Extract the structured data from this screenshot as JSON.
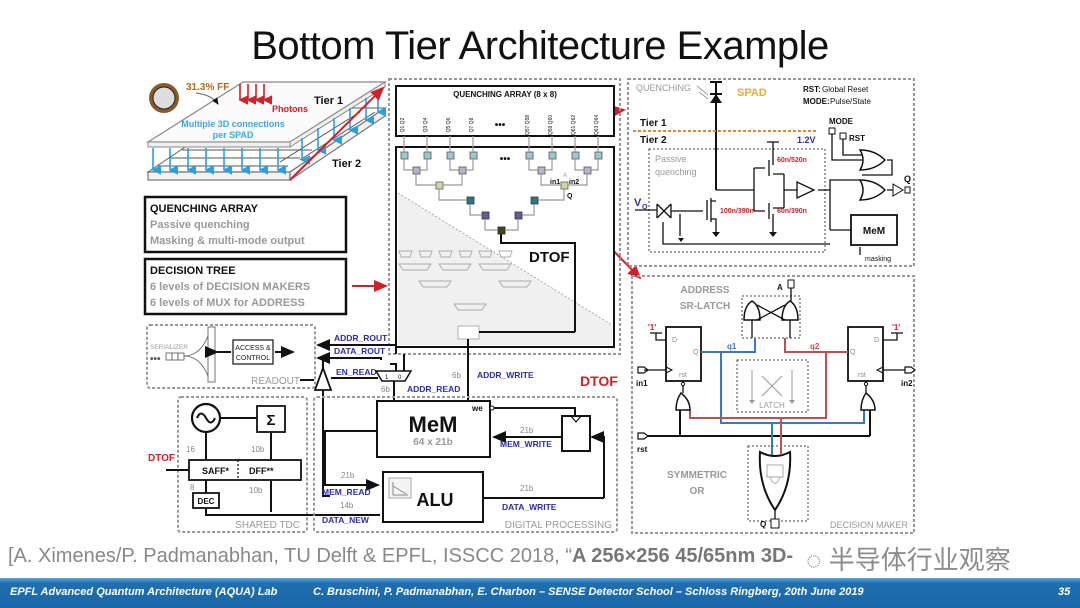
{
  "slide": {
    "title": "Bottom Tier Architecture Example",
    "citation_prefix": "[A. Ximenes/P. Padmanabhan, TU Delft & EPFL, ISSCC 2018, “",
    "citation_bold": "A 256×256 45/65nm 3D-",
    "watermark": "半导体行业观察",
    "footer": {
      "lab": "EPFL Advanced Quantum Architecture (AQUA) Lab",
      "authors_event": "C. Bruschini, P. Padmanabhan, E. Charbon – SENSE Detector School – Schloss Ringberg, 20th June 2019",
      "page_number": "35"
    }
  },
  "tiers_figure": {
    "fill_factor": "31.3% FF",
    "photons": "Photons",
    "tier1": "Tier 1",
    "tier2": "Tier 2",
    "connections_line1": "Multiple 3D connections",
    "connections_line2": "per SPAD"
  },
  "info_boxes": [
    {
      "heading": "QUENCHING ARRAY",
      "lines": [
        "Passive quenching",
        "Masking & multi-mode output"
      ]
    },
    {
      "heading": "DECISION TREE",
      "lines": [
        "6 levels of DECISION MAKERS",
        "6 levels of MUX for ADDRESS"
      ]
    }
  ],
  "quenching_array": {
    "title": "QUENCHING ARRAY (8 x 8)",
    "column_labels": [
      "Q1 Q2",
      "Q3 Q4",
      "Q5 Q6",
      "Q7 Q8",
      "Q57 Q58",
      "Q59 Q60",
      "Q61 Q62",
      "Q63 Q64"
    ],
    "ellipsis": "•••",
    "node_in1": "in1",
    "node_in2": "in2",
    "node_a": "A",
    "node_q": "Q",
    "dtof": "DTOF"
  },
  "readout": {
    "serializer": "SERIALIZER",
    "access_line1": "ACCESS &",
    "access_line2": "CONTROL",
    "label": "READOUT",
    "addr_rout": "ADDR_ROUT",
    "data_rout": "DATA_ROUT",
    "en_read": "EN_READ",
    "mux_1": "1",
    "mux_0": "0",
    "addr_read": "ADDR_READ",
    "addr_read_width": "6b",
    "addr_write": "ADDR_WRITE",
    "addr_write_width": "6b",
    "dtof": "DTOF"
  },
  "shared_tdc": {
    "sigma": "Σ",
    "saff": "SAFF*",
    "dff": "DFF**",
    "dec": "DEC",
    "w16": "16",
    "w10a": "10b",
    "w8": "8",
    "w10b": "10b",
    "dtof_input": "DTOF",
    "label": "SHARED TDC"
  },
  "digital_processing": {
    "mem_title": "MeM",
    "mem_size": "64 x 21b",
    "we": "we",
    "alu": "ALU",
    "mem_write": "MEM_WRITE",
    "mem_write_width": "21b",
    "mem_read": "MEM_READ",
    "mem_read_width": "21b",
    "data_new": "DATA_NEW",
    "data_new_width": "14b",
    "data_write": "DATA_WRITE",
    "data_write_width": "21b",
    "label": "DIGITAL PROCESSING"
  },
  "pixel_circuit": {
    "quenching": "QUENCHING",
    "spad": "SPAD",
    "rst_key": "RST:",
    "rst_desc": "Global Reset",
    "mode_key": "MODE:",
    "mode_desc": "Pulse/State",
    "tier1": "Tier 1",
    "tier2": "Tier 2",
    "vdd": "1.2V",
    "passive_line1": "Passive",
    "passive_line2": "quenching",
    "vq": "V",
    "vq_sub": "Q",
    "t1": "60n/520n",
    "t2": "100n/390n",
    "t3": "60n/390n",
    "mode": "MODE",
    "rst": "RST",
    "q": "Q",
    "mem": "MeM",
    "masking": "masking"
  },
  "decision_maker": {
    "address_line1": "ADDRESS",
    "address_line2": "SR-LATCH",
    "a": "A",
    "one_left": "'1'",
    "one_right": "'1'",
    "d": "D",
    "q": "Q",
    "rst": "rst",
    "q1": "q1",
    "q2": "q2",
    "in1": "in1",
    "in2": "in2",
    "rst_in": "rst",
    "latch": "LATCH",
    "sym_line1": "SYMMETRIC",
    "sym_line2": "OR",
    "out_q": "Q",
    "label": "DECISION MAKER"
  }
}
